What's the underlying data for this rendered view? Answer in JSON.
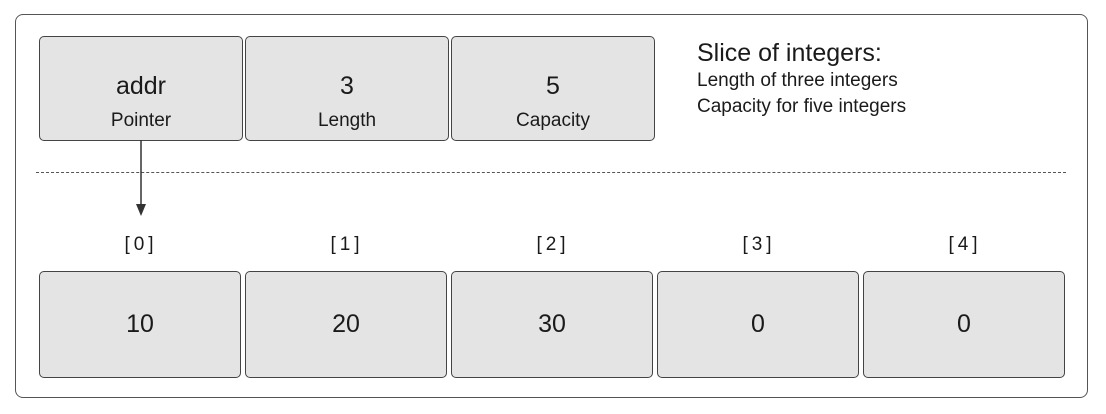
{
  "header": {
    "fields": [
      {
        "value": "addr",
        "label": "Pointer"
      },
      {
        "value": "3",
        "label": "Length"
      },
      {
        "value": "5",
        "label": "Capacity"
      }
    ]
  },
  "caption": {
    "title": "Slice of integers:",
    "line1": "Length of three integers",
    "line2": "Capacity for five integers"
  },
  "array": {
    "indices": [
      "[0]",
      "[1]",
      "[2]",
      "[3]",
      "[4]"
    ],
    "values": [
      "10",
      "20",
      "30",
      "0",
      "0"
    ]
  }
}
